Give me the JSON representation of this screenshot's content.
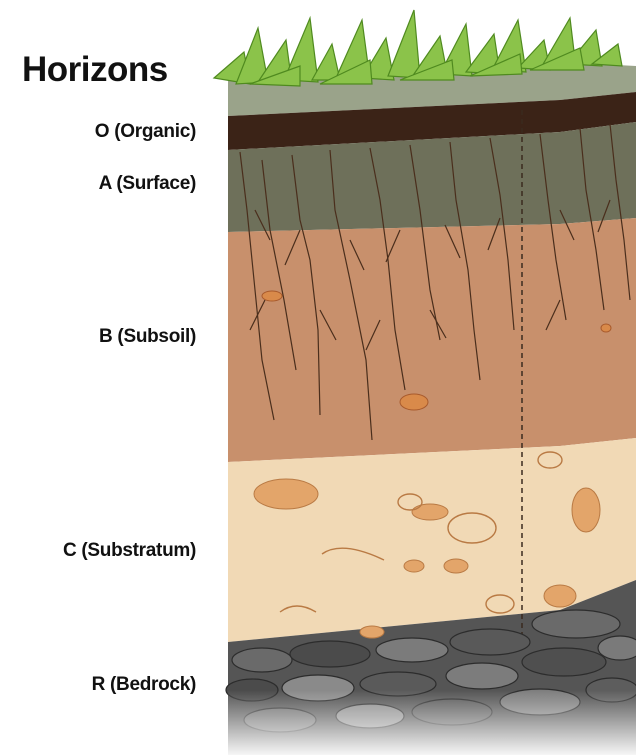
{
  "title": "Horizons",
  "horizons": [
    {
      "key": "o",
      "label": "O (Organic)",
      "color": "#3b2317"
    },
    {
      "key": "a",
      "label": "A (Surface)",
      "color": "#6e705a"
    },
    {
      "key": "b",
      "label": "B (Subsoil)",
      "color": "#c8906c"
    },
    {
      "key": "c",
      "label": "C (Substratum)",
      "color": "#f1d9b5"
    },
    {
      "key": "r",
      "label": "R (Bedrock)",
      "color": "#555555"
    }
  ],
  "colors": {
    "grass": "#8bc34a",
    "grass_dark": "#4f8a1f",
    "topsoil_edge": "#9aa38a",
    "root_lines": "#4a2e1c",
    "pebble": "#d98a4a"
  }
}
